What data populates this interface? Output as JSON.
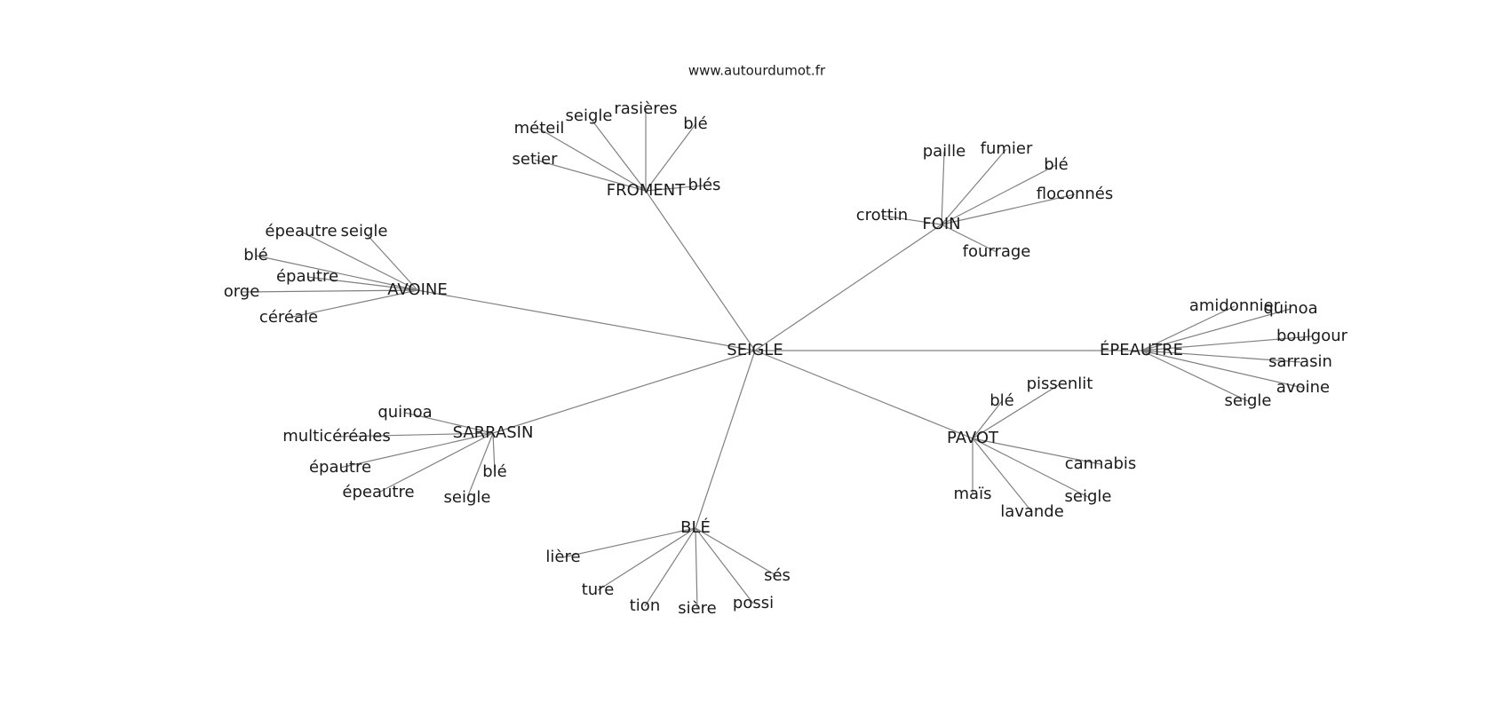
{
  "site": "www.autourdumot.fr",
  "graph": {
    "center": "SEIGLE",
    "hubs": [
      {
        "label": "FROMENT",
        "leaves": [
          "méteil",
          "seigle",
          "rasières",
          "blé",
          "setier",
          "blés"
        ]
      },
      {
        "label": "FOIN",
        "leaves": [
          "paille",
          "fumier",
          "blé",
          "floconnés",
          "crottin",
          "fourrage"
        ]
      },
      {
        "label": "AVOINE",
        "leaves": [
          "épeautre",
          "seigle",
          "blé",
          "épautre",
          "orge",
          "céréale"
        ]
      },
      {
        "label": "ÉPEAUTRE",
        "leaves": [
          "amidonnier",
          "quinoa",
          "boulgour",
          "sarrasin",
          "avoine",
          "seigle"
        ]
      },
      {
        "label": "SARRASIN",
        "leaves": [
          "quinoa",
          "multicéréales",
          "épautre",
          "épeautre",
          "seigle",
          "blé"
        ]
      },
      {
        "label": "PAVOT",
        "leaves": [
          "blé",
          "pissenlit",
          "cannabis",
          "seigle",
          "lavande",
          "maïs"
        ]
      },
      {
        "label": "BLÉ",
        "leaves": [
          "lière",
          "ture",
          "tion",
          "sière",
          "possi",
          "sés"
        ]
      }
    ]
  }
}
